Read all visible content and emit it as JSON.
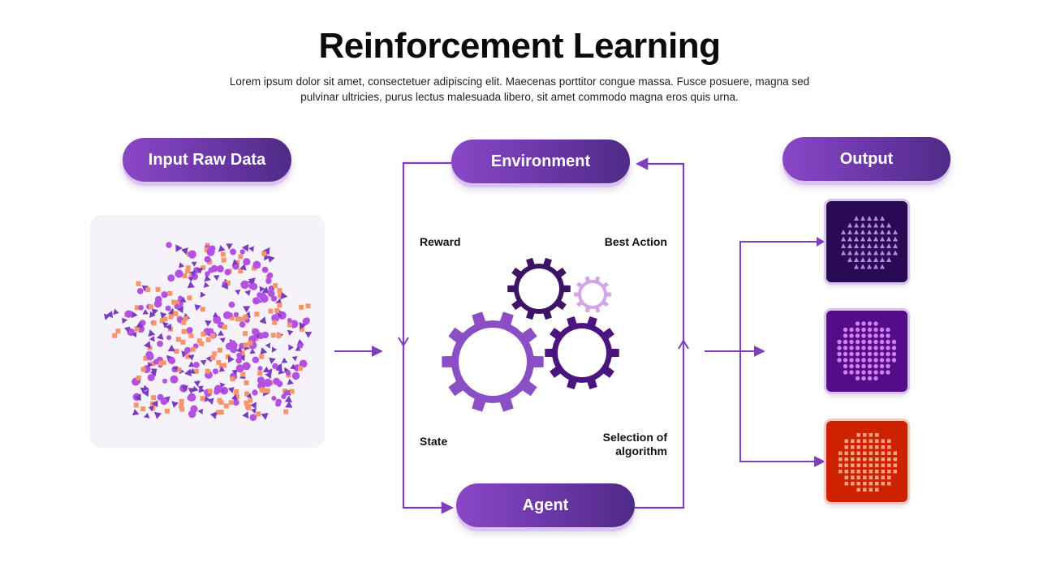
{
  "header": {
    "title": "Reinforcement Learning",
    "subtitle": "Lorem ipsum dolor sit amet, consectetuer adipiscing elit. Maecenas porttitor congue massa. Fusce posuere, magna sed pulvinar ultricies, purus lectus malesuada libero, sit amet commodo magna eros quis urna."
  },
  "nodes": {
    "input": "Input Raw Data",
    "environment": "Environment",
    "output": "Output",
    "agent": "Agent"
  },
  "cycle_labels": {
    "reward": "Reward",
    "best_action": "Best Action",
    "state": "State",
    "selection": "Selection of algorithm"
  },
  "colors": {
    "accent_purple": "#7e3fbf",
    "dark_purple": "#3d1366",
    "light_purple": "#d3a6e8",
    "gear_mid": "#8a4fc4",
    "gear_dark": "#4b1580",
    "scatter_orange": "#f7956a",
    "scatter_purple": "#b451e3",
    "scatter_violet": "#7a3cc1",
    "output_1": "#2a0a52",
    "output_2": "#540d87",
    "output_3": "#cc2200"
  },
  "icons": {
    "gears": "gears-icon",
    "scatter": "raw-data-scatter-icon",
    "output_triangles": "triangle-grid-icon",
    "output_dots": "dot-grid-icon",
    "output_squares": "square-grid-icon"
  }
}
